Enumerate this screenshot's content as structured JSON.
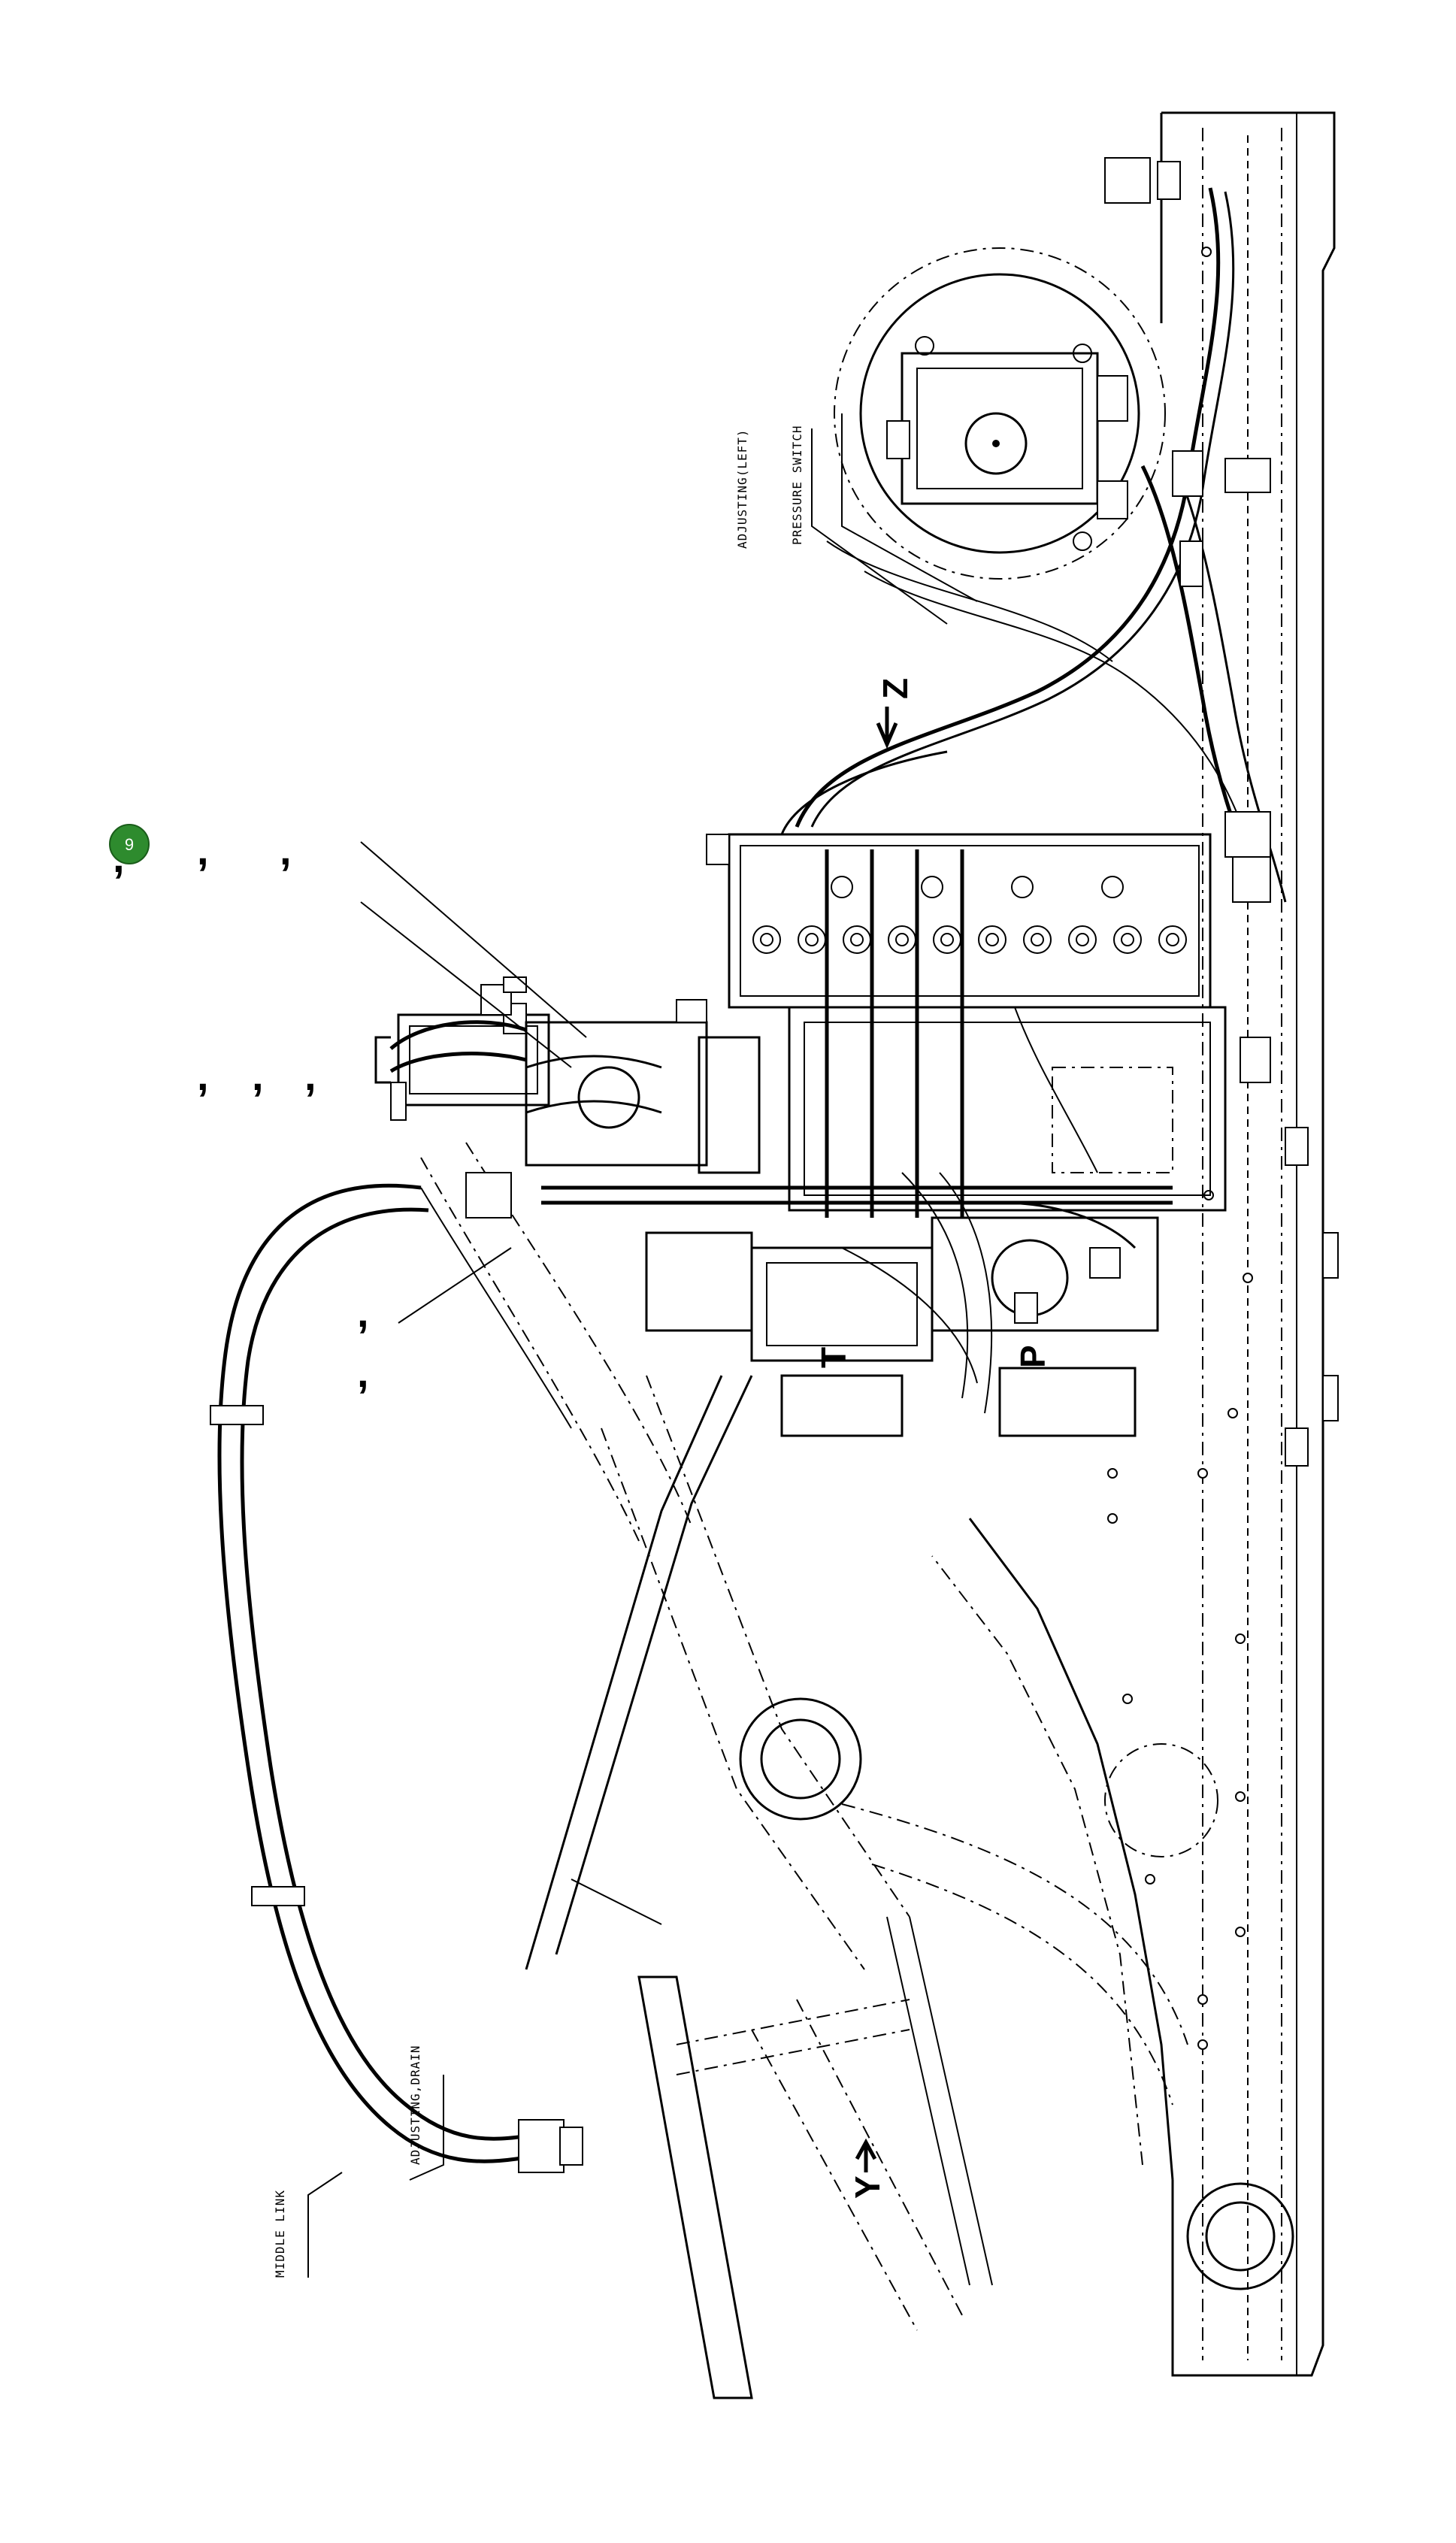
{
  "callout": {
    "number": "9",
    "color": "#2e8b2e"
  },
  "labels": {
    "adjusting_left": "ADJUSTING(LEFT)",
    "pressure_switch": "PRESSURE SWITCH",
    "adjusting_drain": "ADJUSTING,DRAIN",
    "middle_link": "MIDDLE LINK"
  },
  "view_markers": {
    "z": "Z",
    "y": "Y",
    "t": "T",
    "p": "P"
  },
  "separators": {
    "comma": ","
  }
}
